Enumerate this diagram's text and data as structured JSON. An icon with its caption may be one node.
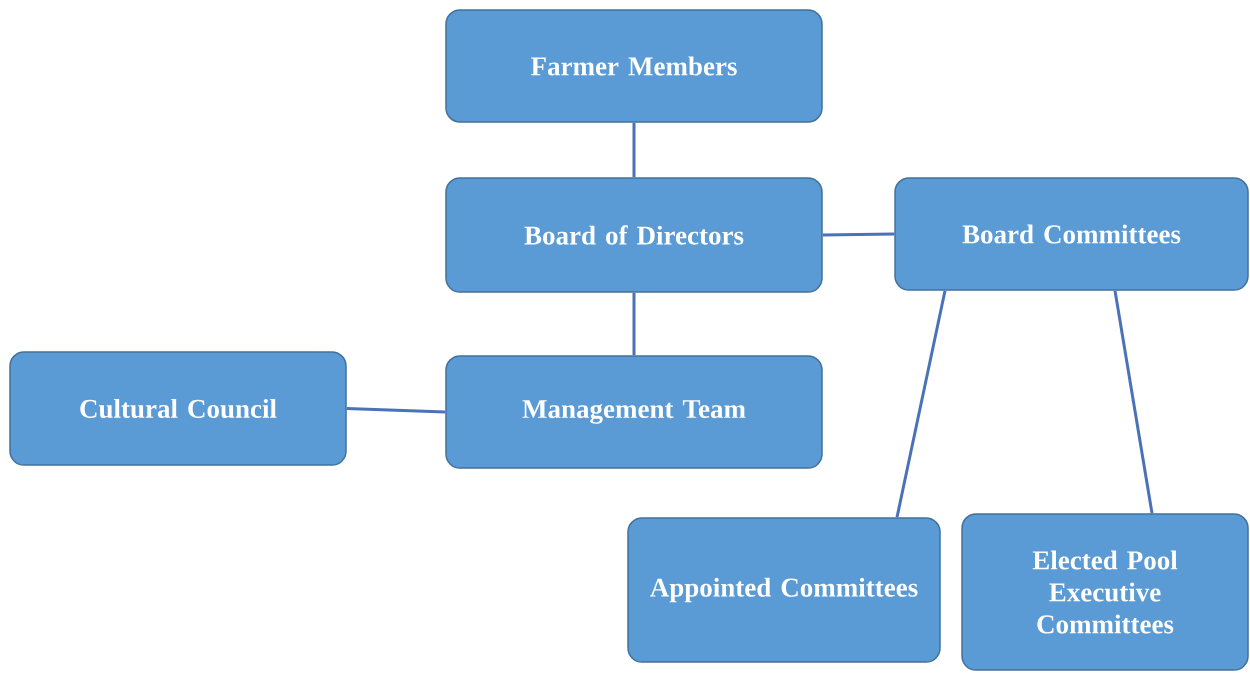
{
  "diagram": {
    "nodes": [
      {
        "text": [
          "Farmer Members"
        ]
      },
      {
        "text": [
          "Board of Directors"
        ]
      },
      {
        "text": [
          "Board Committees"
        ]
      },
      {
        "text": [
          "Cultural Council"
        ]
      },
      {
        "text": [
          "Management Team"
        ]
      },
      {
        "text": [
          "Appointed Committees"
        ]
      },
      {
        "text": [
          "Elected Pool Executive Committees"
        ]
      }
    ],
    "edges": [
      {
        "from": 0,
        "to": 1,
        "arrow": "none"
      },
      {
        "from": 1,
        "to": 2,
        "arrow": "none"
      },
      {
        "from": 1,
        "to": 4,
        "arrow": "none"
      },
      {
        "from": 3,
        "to": 4,
        "arrow": "none"
      },
      {
        "from": 2,
        "to": 5,
        "arrow": "none"
      },
      {
        "from": 2,
        "to": 6,
        "arrow": "none"
      }
    ]
  }
}
